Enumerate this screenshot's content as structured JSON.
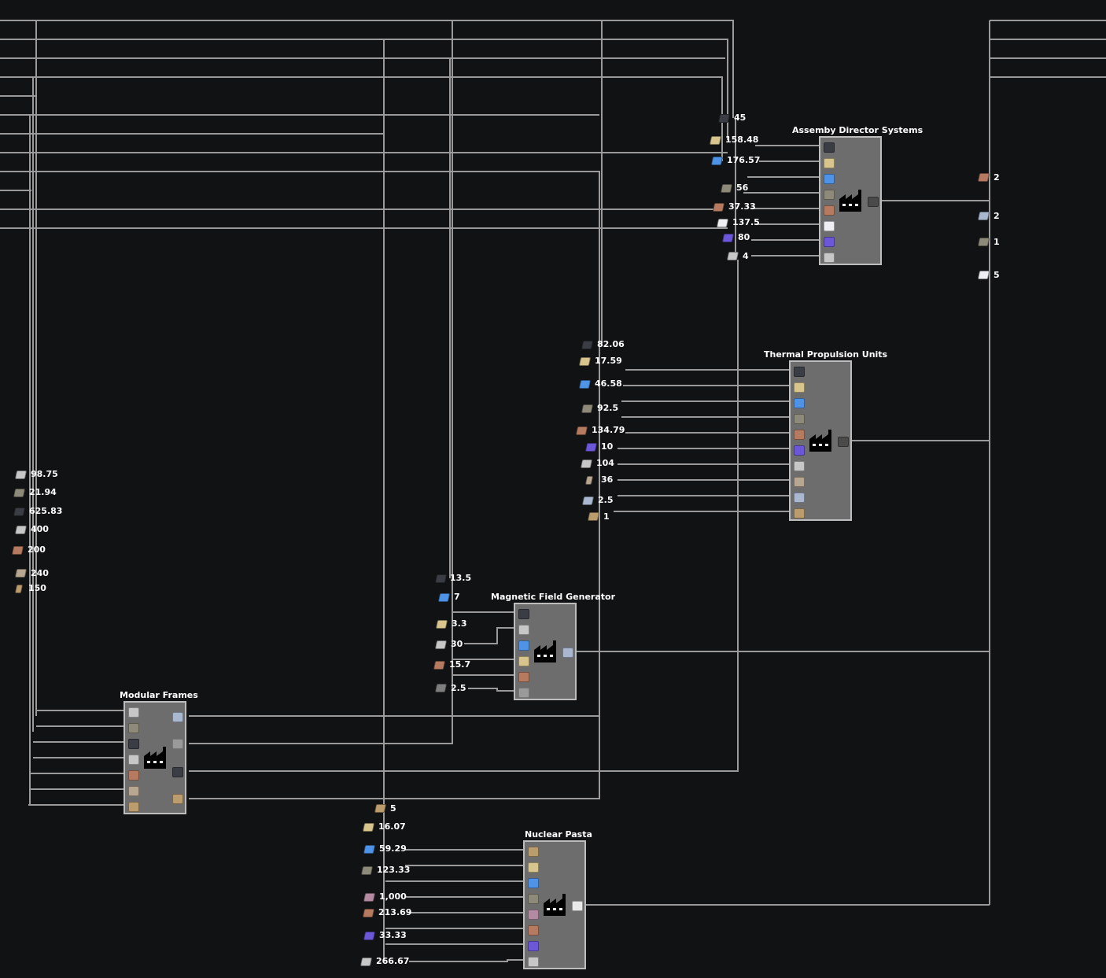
{
  "colors": {
    "background": "#111214",
    "wire": "#9a9a9a",
    "node_fill": "#6d6d6d",
    "node_border": "#bdbdbd",
    "text": "#ffffff"
  },
  "nodes": [
    {
      "title": "Assemby Director Systems",
      "inputs": [
        {
          "value": "45",
          "icon": "steel-pipe-icon"
        },
        {
          "value": "158.48",
          "icon": "copper-sheet-icon"
        },
        {
          "value": "176.57",
          "icon": "heat-sink-icon"
        },
        {
          "value": "56",
          "icon": "rotor-icon"
        },
        {
          "value": "37.33",
          "icon": "copper-ingot-icon"
        },
        {
          "value": "137.5",
          "icon": "quartz-icon"
        },
        {
          "value": "80",
          "icon": "crystal-oscillator-icon"
        },
        {
          "value": "4",
          "icon": "computer-icon"
        }
      ],
      "output": "assembly-director-icon"
    },
    {
      "title": "Thermal Propulsion Units",
      "inputs": [
        {
          "value": "82.06",
          "icon": "steel-pipe-icon"
        },
        {
          "value": "17.59",
          "icon": "copper-sheet-icon"
        },
        {
          "value": "46.58",
          "icon": "heat-sink-icon"
        },
        {
          "value": "92.5",
          "icon": "rotor-icon"
        },
        {
          "value": "134.79",
          "icon": "copper-ingot-icon"
        },
        {
          "value": "10",
          "icon": "crystal-oscillator-icon"
        },
        {
          "value": "104",
          "icon": "steel-beam-icon"
        },
        {
          "value": "36",
          "icon": "fuse-icon"
        },
        {
          "value": "2.5",
          "icon": "plate-icon"
        },
        {
          "value": "1",
          "icon": "radio-control-icon"
        }
      ],
      "output": "thermal-propulsion-icon"
    },
    {
      "title": "Magnetic Field Generator",
      "inputs": [
        {
          "value": "13.5",
          "icon": "steel-pipe-icon"
        },
        {
          "value": "7",
          "icon": "heat-sink-icon"
        },
        {
          "value": "3.3",
          "icon": "copper-sheet-icon"
        },
        {
          "value": "30",
          "icon": "steel-beam-icon"
        },
        {
          "value": "15.7",
          "icon": "copper-ingot-icon"
        },
        {
          "value": "2.5",
          "icon": "computer-icon"
        }
      ],
      "output": "magnetic-field-generator-icon"
    },
    {
      "title": "Modular Frames",
      "inputs": [
        {
          "value": "98.75",
          "icon": "steel-beam-icon"
        },
        {
          "value": "21.94",
          "icon": "rotor-icon"
        },
        {
          "value": "625.83",
          "icon": "steel-pipe-icon"
        },
        {
          "value": "400",
          "icon": "steel-beam-icon"
        },
        {
          "value": "200",
          "icon": "copper-ingot-icon"
        },
        {
          "value": "240",
          "icon": "concrete-icon"
        },
        {
          "value": "150",
          "icon": "fuse-icon"
        }
      ],
      "output": "modular-frame-icon"
    },
    {
      "title": "Nuclear Pasta",
      "inputs": [
        {
          "value": "5",
          "icon": "radio-control-icon"
        },
        {
          "value": "16.07",
          "icon": "copper-sheet-icon"
        },
        {
          "value": "59.29",
          "icon": "heat-sink-icon"
        },
        {
          "value": "123.33",
          "icon": "rotor-icon"
        },
        {
          "value": "1,000",
          "icon": "pink-block-icon"
        },
        {
          "value": "213.69",
          "icon": "copper-ingot-icon"
        },
        {
          "value": "33.33",
          "icon": "crystal-oscillator-icon"
        },
        {
          "value": "266.67",
          "icon": "steel-beam-icon"
        }
      ],
      "output": "nuclear-pasta-icon"
    }
  ],
  "final_outputs": [
    {
      "value": "2",
      "icon": "assembly-director-icon"
    },
    {
      "value": "2",
      "icon": "magnetic-field-generator-icon"
    },
    {
      "value": "1",
      "icon": "thermal-propulsion-icon"
    },
    {
      "value": "5",
      "icon": "nuclear-pasta-icon"
    }
  ]
}
